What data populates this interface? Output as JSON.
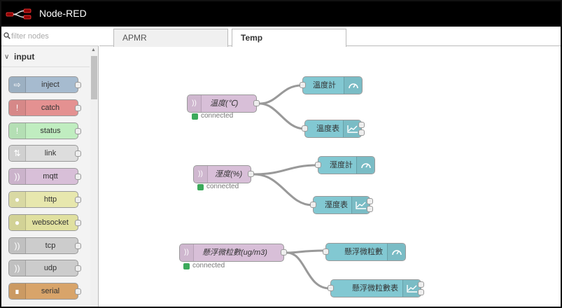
{
  "app": {
    "title": "Node-RED"
  },
  "palette": {
    "search_placeholder": "filter nodes",
    "category": "input",
    "nodes": [
      {
        "label": "inject",
        "icon": "arrow-right-icon",
        "color": "#a6bbcf"
      },
      {
        "label": "catch",
        "icon": "exclamation-icon",
        "color": "#e49191"
      },
      {
        "label": "status",
        "icon": "exclamation-icon",
        "color": "#c0edc0"
      },
      {
        "label": "link",
        "icon": "link-icon",
        "color": "#dddddd"
      },
      {
        "label": "mqtt",
        "icon": "bridge-icon",
        "color": "#d8bfd8"
      },
      {
        "label": "http",
        "icon": "globe-icon",
        "color": "#e7e7ae"
      },
      {
        "label": "websocket",
        "icon": "globe-icon",
        "color": "#e0e0a0"
      },
      {
        "label": "tcp",
        "icon": "bridge-icon",
        "color": "#cccccc"
      },
      {
        "label": "udp",
        "icon": "bridge-icon",
        "color": "#cccccc"
      },
      {
        "label": "serial",
        "icon": "serial-icon",
        "color": "#d8a46a"
      }
    ]
  },
  "tabs": [
    {
      "label": "APMR",
      "active": false
    },
    {
      "label": "Temp",
      "active": true
    }
  ],
  "flow": {
    "mqtt_nodes": [
      {
        "label": "溫度(℃)",
        "status": "connected"
      },
      {
        "label": "溼度(%)",
        "status": "connected"
      },
      {
        "label": "懸浮微粒數(ug/m3)",
        "status": "connected"
      }
    ],
    "ui_nodes": [
      {
        "label": "溫度計",
        "type": "gauge"
      },
      {
        "label": "溫度表",
        "type": "chart"
      },
      {
        "label": "溼度計",
        "type": "gauge"
      },
      {
        "label": "溼度表",
        "type": "chart"
      },
      {
        "label": "懸浮微粒數",
        "type": "gauge"
      },
      {
        "label": "懸浮微粒數表",
        "type": "chart"
      }
    ]
  },
  "colors": {
    "mqtt": "#d8bfd8",
    "dashboard": "#82c8d2",
    "status_connected": "#3caa5b"
  }
}
